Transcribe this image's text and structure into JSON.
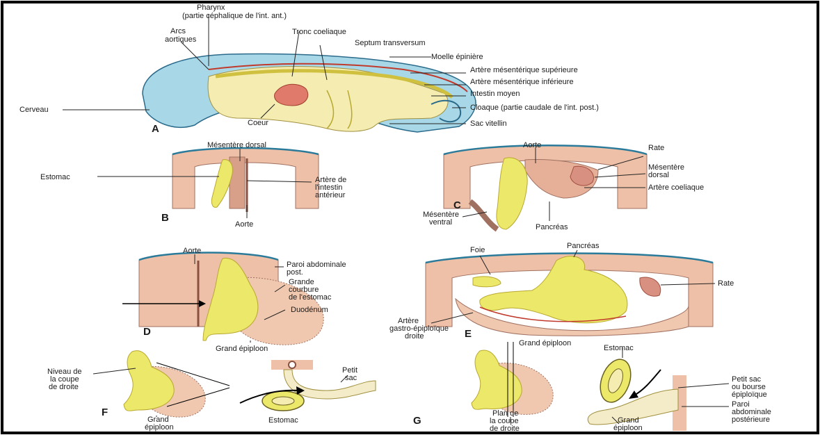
{
  "colors": {
    "frame": "#000000",
    "tissue": "#eec0a8",
    "tissue_dark": "#c08a70",
    "gut": "#ece86a",
    "gut_edge": "#b8a830",
    "artery": "#c0392b",
    "brain": "#a8d8e8",
    "wall_top": "#2a7a9a"
  },
  "panel_letters": {
    "A": "A",
    "B": "B",
    "C": "C",
    "D": "D",
    "E": "E",
    "F": "F",
    "G": "G"
  },
  "labels": {
    "a_pharynx_1": "Pharynx",
    "a_pharynx_2": "(partie céphalique de l'int. ant.)",
    "a_arcs_1": "Arcs",
    "a_arcs_2": "aortiques",
    "a_tronc": "Tronc coeliaque",
    "a_septum": "Septum transversum",
    "a_moelle": "Moelle épinière",
    "a_art_sup": "Artère mésentérique supérieure",
    "a_art_inf": "Artère mésentérique inférieure",
    "a_intestin": "Intestin moyen",
    "a_cerveau": "Cerveau",
    "a_coeur": "Coeur",
    "a_cloaque": "Cloaque (partie caudale de l'int. post.)",
    "a_sac": "Sac vitellin",
    "b_mesentere": "Mésentère dorsal",
    "b_estomac": "Estomac",
    "b_artere_1": "Artère de",
    "b_artere_2": "l'intestin",
    "b_artere_3": "antérieur",
    "b_aorte": "Aorte",
    "c_aorte": "Aorte",
    "c_rate": "Rate",
    "c_mes_1": "Mésentère",
    "c_mes_2": "dorsal",
    "c_art": "Artère coeliaque",
    "c_mesv_1": "Mésentère",
    "c_mesv_2": "ventral",
    "c_pancreas": "Pancréas",
    "d_aorte": "Aorte",
    "d_paroi_1": "Paroi abdominale",
    "d_paroi_2": "post.",
    "d_grande_1": "Grande",
    "d_grande_2": "courbure",
    "d_grande_3": "de l'estomac",
    "d_duodenum": "Duodénum",
    "d_grand_epi": "Grand épiploon",
    "e_foie": "Foie",
    "e_pancreas": "Pancréas",
    "e_rate": "Rate",
    "e_art_1": "Artère",
    "e_art_2": "gastro-épiploïque",
    "e_art_3": "droite",
    "e_grand_epi": "Grand épiploon",
    "f_niveau_1": "Niveau de",
    "f_niveau_2": "la coupe",
    "f_niveau_3": "de droite",
    "f_petit_1": "Petit",
    "f_petit_2": "sac",
    "f_grand_1": "Grand",
    "f_grand_2": "épiploon",
    "f_estomac": "Estomac",
    "g_estomac": "Estomac",
    "g_petit_1": "Petit sac",
    "g_petit_2": "ou bourse",
    "g_petit_3": "épiploïque",
    "g_paroi_1": "Paroi",
    "g_paroi_2": "abdominale",
    "g_paroi_3": "postérieure",
    "g_plan_1": "Plan de",
    "g_plan_2": "la coupe",
    "g_plan_3": "de droite",
    "g_grand_1": "Grand",
    "g_grand_2": "épiploon"
  }
}
